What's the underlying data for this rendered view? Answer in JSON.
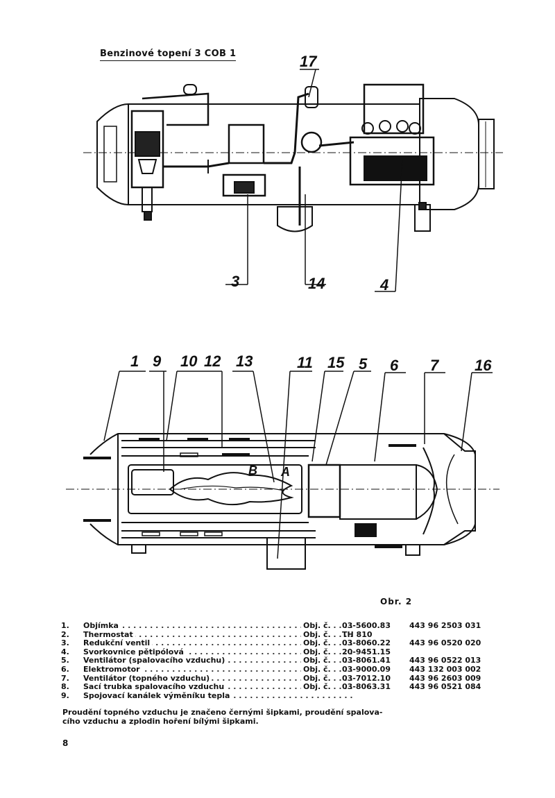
{
  "page": {
    "title": "Benzinové topení 3 COB 1",
    "caption": "Obr. 2",
    "page_number": "8",
    "note_line1": "Proudění topného vzduchu je značeno černými šipkami, proudění spalova-",
    "note_line2": "cího vzduchu a zplodin  hoření bílými šipkami."
  },
  "callouts_top": [
    "17",
    "3",
    "14",
    "4"
  ],
  "callouts_bottom": [
    "1",
    "9",
    "10",
    "12",
    "13",
    "11",
    "15",
    "5",
    "6",
    "7",
    "16"
  ],
  "flame_letters": [
    "B",
    "A"
  ],
  "parts": [
    {
      "num": "1.",
      "name": "Objímka",
      "obj": "Obj. č.",
      "code": "03-5600.83",
      "code2": "443 96 2503 031"
    },
    {
      "num": "2.",
      "name": "Thermostat",
      "obj": "Obj. č.",
      "code": "TH 810",
      "code2": ""
    },
    {
      "num": "3.",
      "name": "Redukční ventil",
      "obj": "Obj. č.",
      "code": "03-8060.22",
      "code2": "443 96 0520 020"
    },
    {
      "num": "4.",
      "name": "Svorkovnice pětipólová",
      "obj": "Obj. č.",
      "code": "20-9451.15",
      "code2": ""
    },
    {
      "num": "5.",
      "name": "Ventilátor (spalovacího vzduchu)",
      "obj": "Obj. č.",
      "code": "03-8061.41",
      "code2": "443 96 0522 013"
    },
    {
      "num": "6.",
      "name": "Elektromotor",
      "obj": "Obj. č.",
      "code": "03-9000.09",
      "code2": "443 132 003 002"
    },
    {
      "num": "7.",
      "name": "Ventilátor (topného vzduchu)",
      "obj": "Obj. č.",
      "code": "03-7012.10",
      "code2": "443 96 2603 009"
    },
    {
      "num": "8.",
      "name": "Sací trubka spalovacího vzduchu",
      "obj": "Obj. č.",
      "code": "03-8063.31",
      "code2": "443 96 0521 084"
    },
    {
      "num": "9.",
      "name": "Spojovací kanálek výměníku tepla",
      "obj": "",
      "code": "",
      "code2": ""
    }
  ]
}
